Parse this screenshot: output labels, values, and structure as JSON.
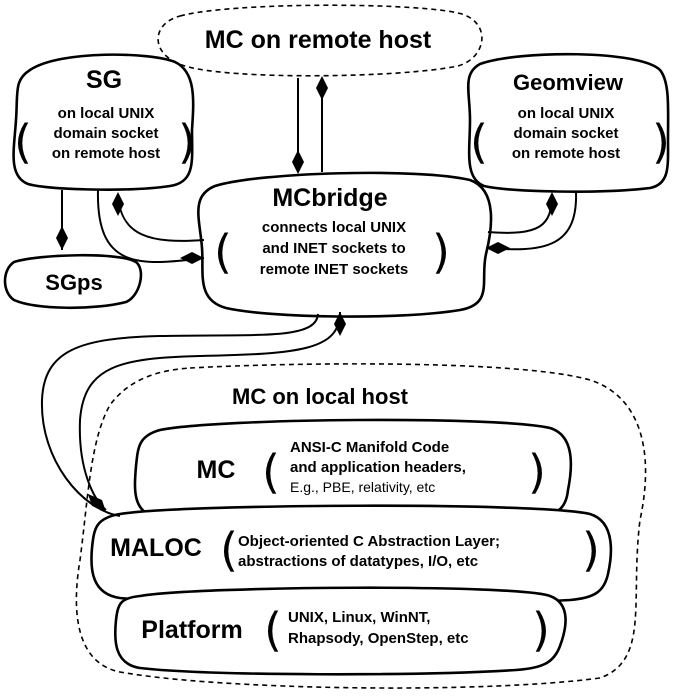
{
  "nodes": {
    "remote_mc": {
      "title": "MC on remote host"
    },
    "sg": {
      "title": "SG",
      "lines": [
        "on local UNIX",
        "domain socket",
        "on remote host"
      ]
    },
    "geomview": {
      "title": "Geomview",
      "lines": [
        "on local UNIX",
        "domain socket",
        "on remote host"
      ]
    },
    "mcbridge": {
      "title": "MCbridge",
      "lines": [
        "connects local UNIX",
        "and INET sockets to",
        "remote INET sockets"
      ]
    },
    "sgps": {
      "title": "SGps"
    },
    "local_host": {
      "title": "MC on local host"
    },
    "mc": {
      "title": "MC",
      "lines": [
        "ANSI-C Manifold Code",
        "and application headers,",
        "E.g., PBE, relativity, etc"
      ]
    },
    "maloc": {
      "title": "MALOC",
      "lines": [
        "Object-oriented C Abstraction Layer;",
        "abstractions of datatypes, I/O, etc"
      ]
    },
    "platform": {
      "title": "Platform",
      "lines": [
        "UNIX, Linux, WinNT,",
        "Rhapsody, OpenStep, etc"
      ]
    }
  }
}
